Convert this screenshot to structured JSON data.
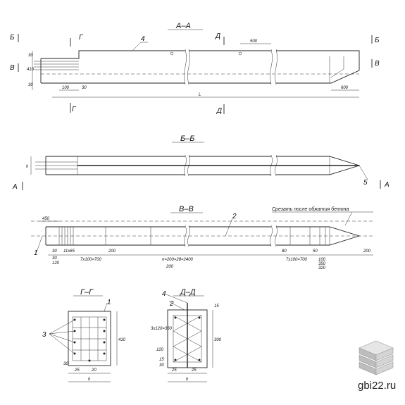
{
  "sections": {
    "aa": {
      "title": "А–А"
    },
    "bb": {
      "title": "Б–Б"
    },
    "vv": {
      "title": "В–В"
    },
    "gg": {
      "title": "Г–Г"
    },
    "dd": {
      "title": "Д–Д"
    }
  },
  "cut_marks": {
    "b": "Б",
    "v": "В",
    "g": "Г",
    "d": "Д",
    "a": "А"
  },
  "callouts": {
    "c1": "1",
    "c2": "2",
    "c3": "3",
    "c4": "4",
    "c5": "5"
  },
  "dims": {
    "aa": {
      "d500": "500",
      "d100": "100",
      "d30": "30",
      "d600": "600",
      "dL": "L",
      "left1": "30",
      "left2": "410",
      "left3": "30"
    },
    "bb": {
      "h": "h"
    },
    "vv": {
      "d450": "450",
      "d30a": "30",
      "d11": "11x65",
      "d200a": "200",
      "d30b": "30",
      "d120": "120",
      "pitchL": "7x100=700",
      "mid": "n=200=28=2400",
      "d80": "80",
      "d50": "50",
      "d200b": "200",
      "pitchR": "7x100=700",
      "d100": "100",
      "d350": "350",
      "d320": "320",
      "d200c": "200"
    },
    "gg": {
      "d410": "410",
      "d25": "25",
      "d20": "20",
      "d30": "30",
      "h": "h"
    },
    "dd": {
      "d15top": "15",
      "d300": "300",
      "stack": "3х120=360",
      "d120": "120",
      "d15": "15",
      "d25a": "25",
      "d25b": "25",
      "d30": "30",
      "h": "h"
    }
  },
  "note": "Срезать после обжатия бетона",
  "watermark": "gbi22.ru"
}
